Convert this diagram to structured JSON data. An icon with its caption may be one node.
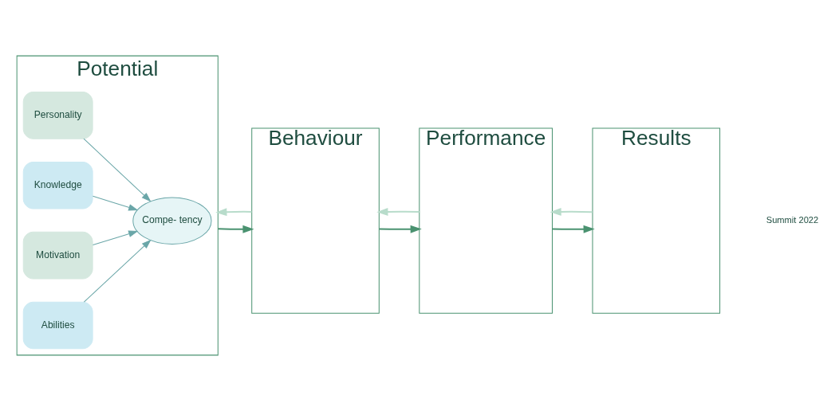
{
  "diagram": {
    "nodes": [
      {
        "text": [
          "Potential"
        ]
      },
      {
        "text": [
          "Personality"
        ],
        "in": 0
      },
      {
        "text": [
          "Knowledge"
        ],
        "in": 0
      },
      {
        "text": [
          "Compe- tency"
        ],
        "in": 0
      },
      {
        "text": [
          "Motivation"
        ],
        "in": 0
      },
      {
        "text": [
          "Abilities"
        ],
        "in": 0
      },
      {
        "text": [
          "Behaviour"
        ]
      },
      {
        "text": [
          "Performance"
        ]
      },
      {
        "text": [
          "Results"
        ]
      }
    ],
    "edges": [
      {
        "from": 1,
        "to": 3,
        "arrow": "to"
      },
      {
        "from": 2,
        "to": 3,
        "arrow": "to"
      },
      {
        "from": 4,
        "to": 3,
        "arrow": "to"
      },
      {
        "from": 5,
        "to": 3,
        "arrow": "to"
      },
      {
        "from": 0,
        "to": 6,
        "arrow": "to"
      },
      {
        "from": 6,
        "to": 7,
        "arrow": "to"
      },
      {
        "from": 7,
        "to": 8,
        "arrow": "to"
      },
      {
        "from": 6,
        "to": 0,
        "arrow": "to",
        "color": "#b8dccb"
      },
      {
        "from": 7,
        "to": 6,
        "arrow": "to",
        "color": "#b8dccb"
      },
      {
        "from": 8,
        "to": 7,
        "arrow": "to",
        "color": "#b8dccb"
      }
    ],
    "labels": [
      "Summit 2022"
    ]
  }
}
